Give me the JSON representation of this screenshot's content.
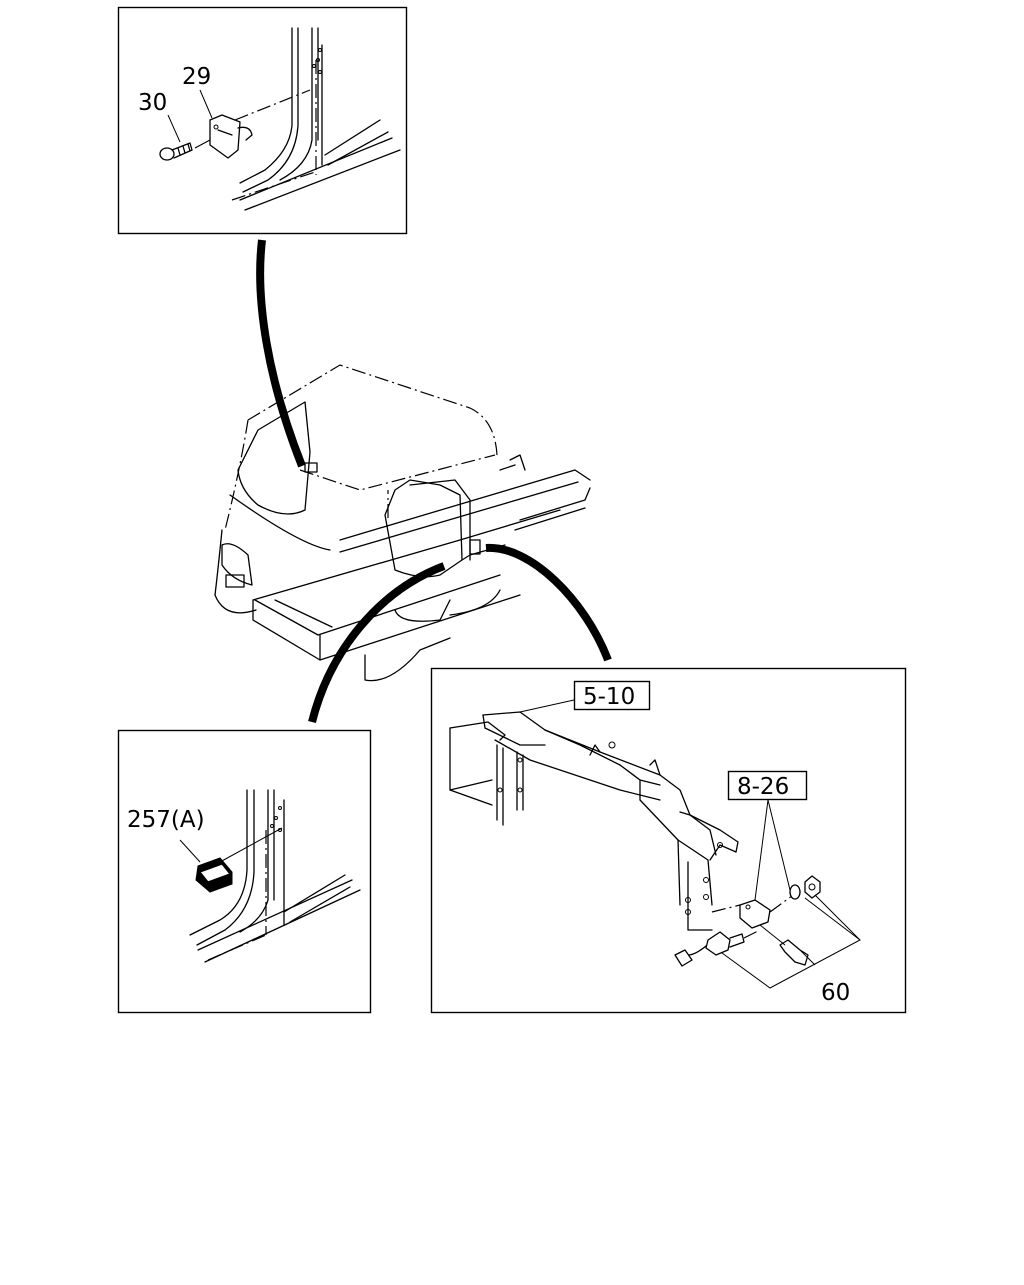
{
  "diagram": {
    "callouts": {
      "c30": "30",
      "c29": "29",
      "c257a": "257(A)",
      "c510": "5-10",
      "c826": "8-26",
      "c60": "60"
    }
  }
}
